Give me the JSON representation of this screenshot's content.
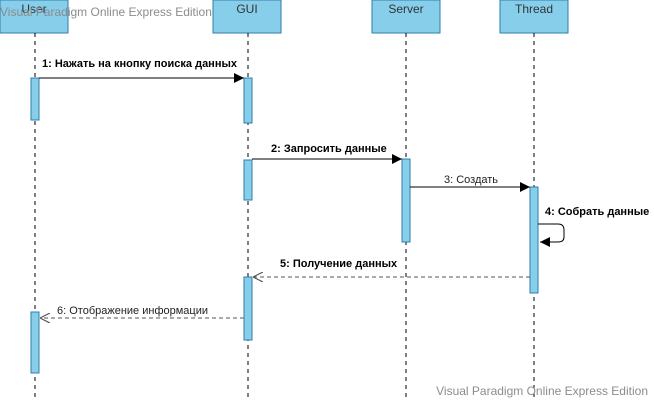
{
  "diagram": {
    "watermark_top": "Visual Paradigm Online Express Edition",
    "watermark_bottom": "Visual Paradigm Online Express Edition",
    "colors": {
      "lifeline_fill": "#87CEEB",
      "lifeline_stroke": "#2f7fa8",
      "activation_fill": "#87CEEB",
      "line": "#000000",
      "dashed_line": "#555555"
    },
    "lifelines": [
      {
        "id": "user",
        "label": "User"
      },
      {
        "id": "gui",
        "label": "GUI"
      },
      {
        "id": "server",
        "label": "Server"
      },
      {
        "id": "thread",
        "label": "Thread"
      }
    ],
    "messages": [
      {
        "id": "m1",
        "label": "1: Нажать на кнопку поиска данных",
        "from": "user",
        "to": "gui",
        "kind": "sync",
        "bold": true
      },
      {
        "id": "m2",
        "label": "2: Запросить данные",
        "from": "gui",
        "to": "server",
        "kind": "sync",
        "bold": true
      },
      {
        "id": "m3",
        "label": "3: Создать",
        "from": "server",
        "to": "thread",
        "kind": "sync",
        "bold": false
      },
      {
        "id": "m4",
        "label": "4: Собрать данные",
        "from": "thread",
        "to": "thread",
        "kind": "self",
        "bold": true
      },
      {
        "id": "m5",
        "label": "5: Получение данных",
        "from": "thread",
        "to": "gui",
        "kind": "return",
        "bold": true
      },
      {
        "id": "m6",
        "label": "6: Отображение информации",
        "from": "gui",
        "to": "user",
        "kind": "return",
        "bold": false
      }
    ]
  }
}
